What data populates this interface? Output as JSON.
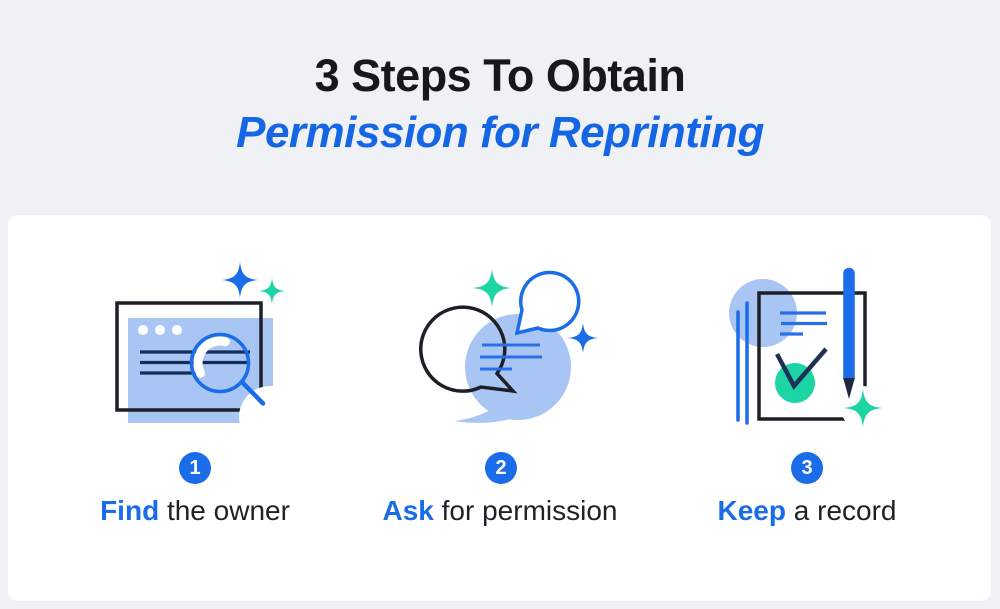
{
  "title": {
    "line1": "3 Steps To Obtain",
    "line2": "Permission for Reprinting"
  },
  "steps": [
    {
      "number": "1",
      "lead": "Find",
      "rest": " the owner",
      "icon": "browser-search-illustration"
    },
    {
      "number": "2",
      "lead": "Ask",
      "rest": " for permission",
      "icon": "speech-bubbles-illustration"
    },
    {
      "number": "3",
      "lead": "Keep",
      "rest": " a record",
      "icon": "document-pen-check-illustration"
    }
  ],
  "colors": {
    "background": "#f0f1f4",
    "card": "#ffffff",
    "title_black": "#17181c",
    "title_blue": "#1566e4",
    "accent_blue": "#1a6ce8",
    "light_blue": "#a9c5f4",
    "line_blue": "#2a6fe8",
    "navy_ink": "#152e56",
    "outline_ink": "#1c2026",
    "teal": "#1cd4a4"
  }
}
